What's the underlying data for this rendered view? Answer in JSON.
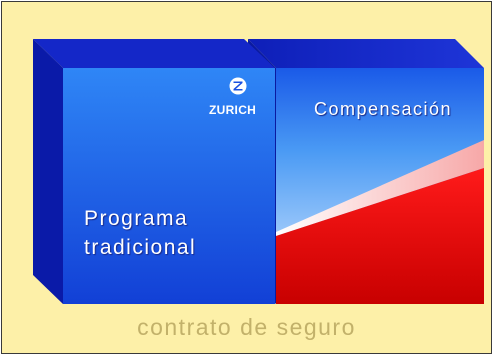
{
  "diagram": {
    "left_box": {
      "label_line1": "Programa",
      "label_line2": "tradicional"
    },
    "right_box": {
      "label": "Compensación"
    },
    "logo": {
      "text": "ZURICH",
      "mark": "zurich-z-icon"
    },
    "footer": {
      "label": "contrato de seguro"
    }
  },
  "colors": {
    "background": "#fdf0a8",
    "box_front_top": "#2a7af0",
    "box_front_bottom": "#1144d8",
    "box_side": "#0a1aa8",
    "box_top": "#1a2ac8",
    "growth_red": "#e00000",
    "footer_text": "#c2b16a"
  }
}
